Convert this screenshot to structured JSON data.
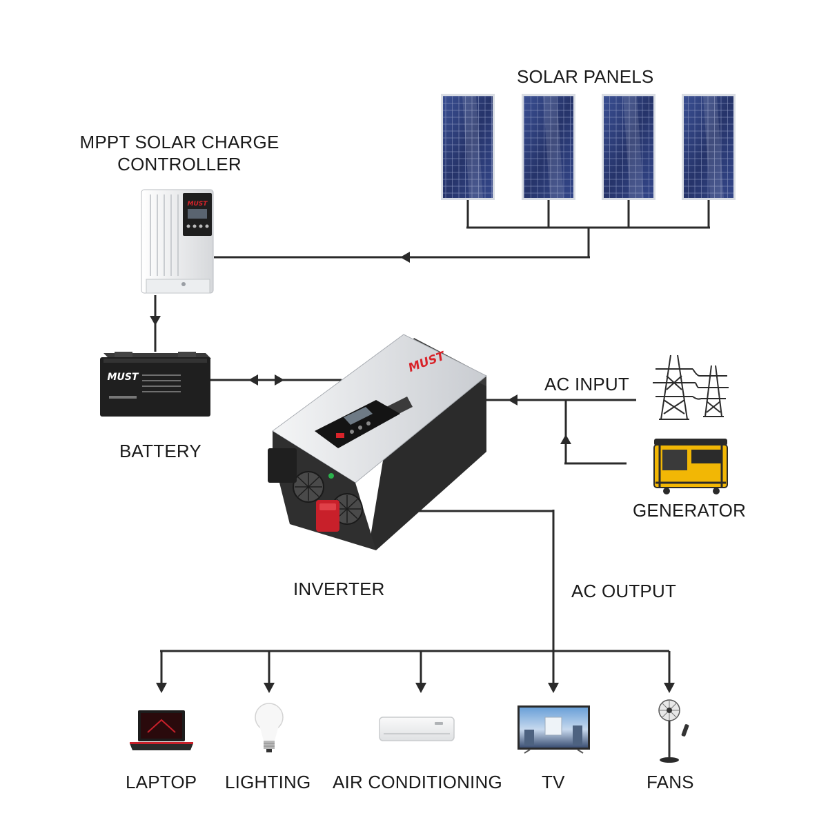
{
  "labels": {
    "solar_panels": "SOLAR PANELS",
    "controller_line1": "MPPT SOLAR CHARGE",
    "controller_line2": "CONTROLLER",
    "battery": "BATTERY",
    "inverter": "INVERTER",
    "ac_input": "AC INPUT",
    "generator": "GENERATOR",
    "ac_output": "AC OUTPUT",
    "laptop": "LAPTOP",
    "lighting": "LIGHTING",
    "air_conditioning": "AIR CONDITIONING",
    "tv": "TV",
    "fans": "FANS"
  },
  "brand": {
    "logo_text": "MUST",
    "logo_color": "#d8232a"
  },
  "colors": {
    "line": "#2a2a2a",
    "panel_blue": "#2d3f7a",
    "panel_frame": "#d9dde4",
    "inverter_silver": "#e3e5e8",
    "inverter_dark": "#2b2b2b",
    "generator_yellow": "#f2b705",
    "terminal_red": "#c8202a"
  }
}
